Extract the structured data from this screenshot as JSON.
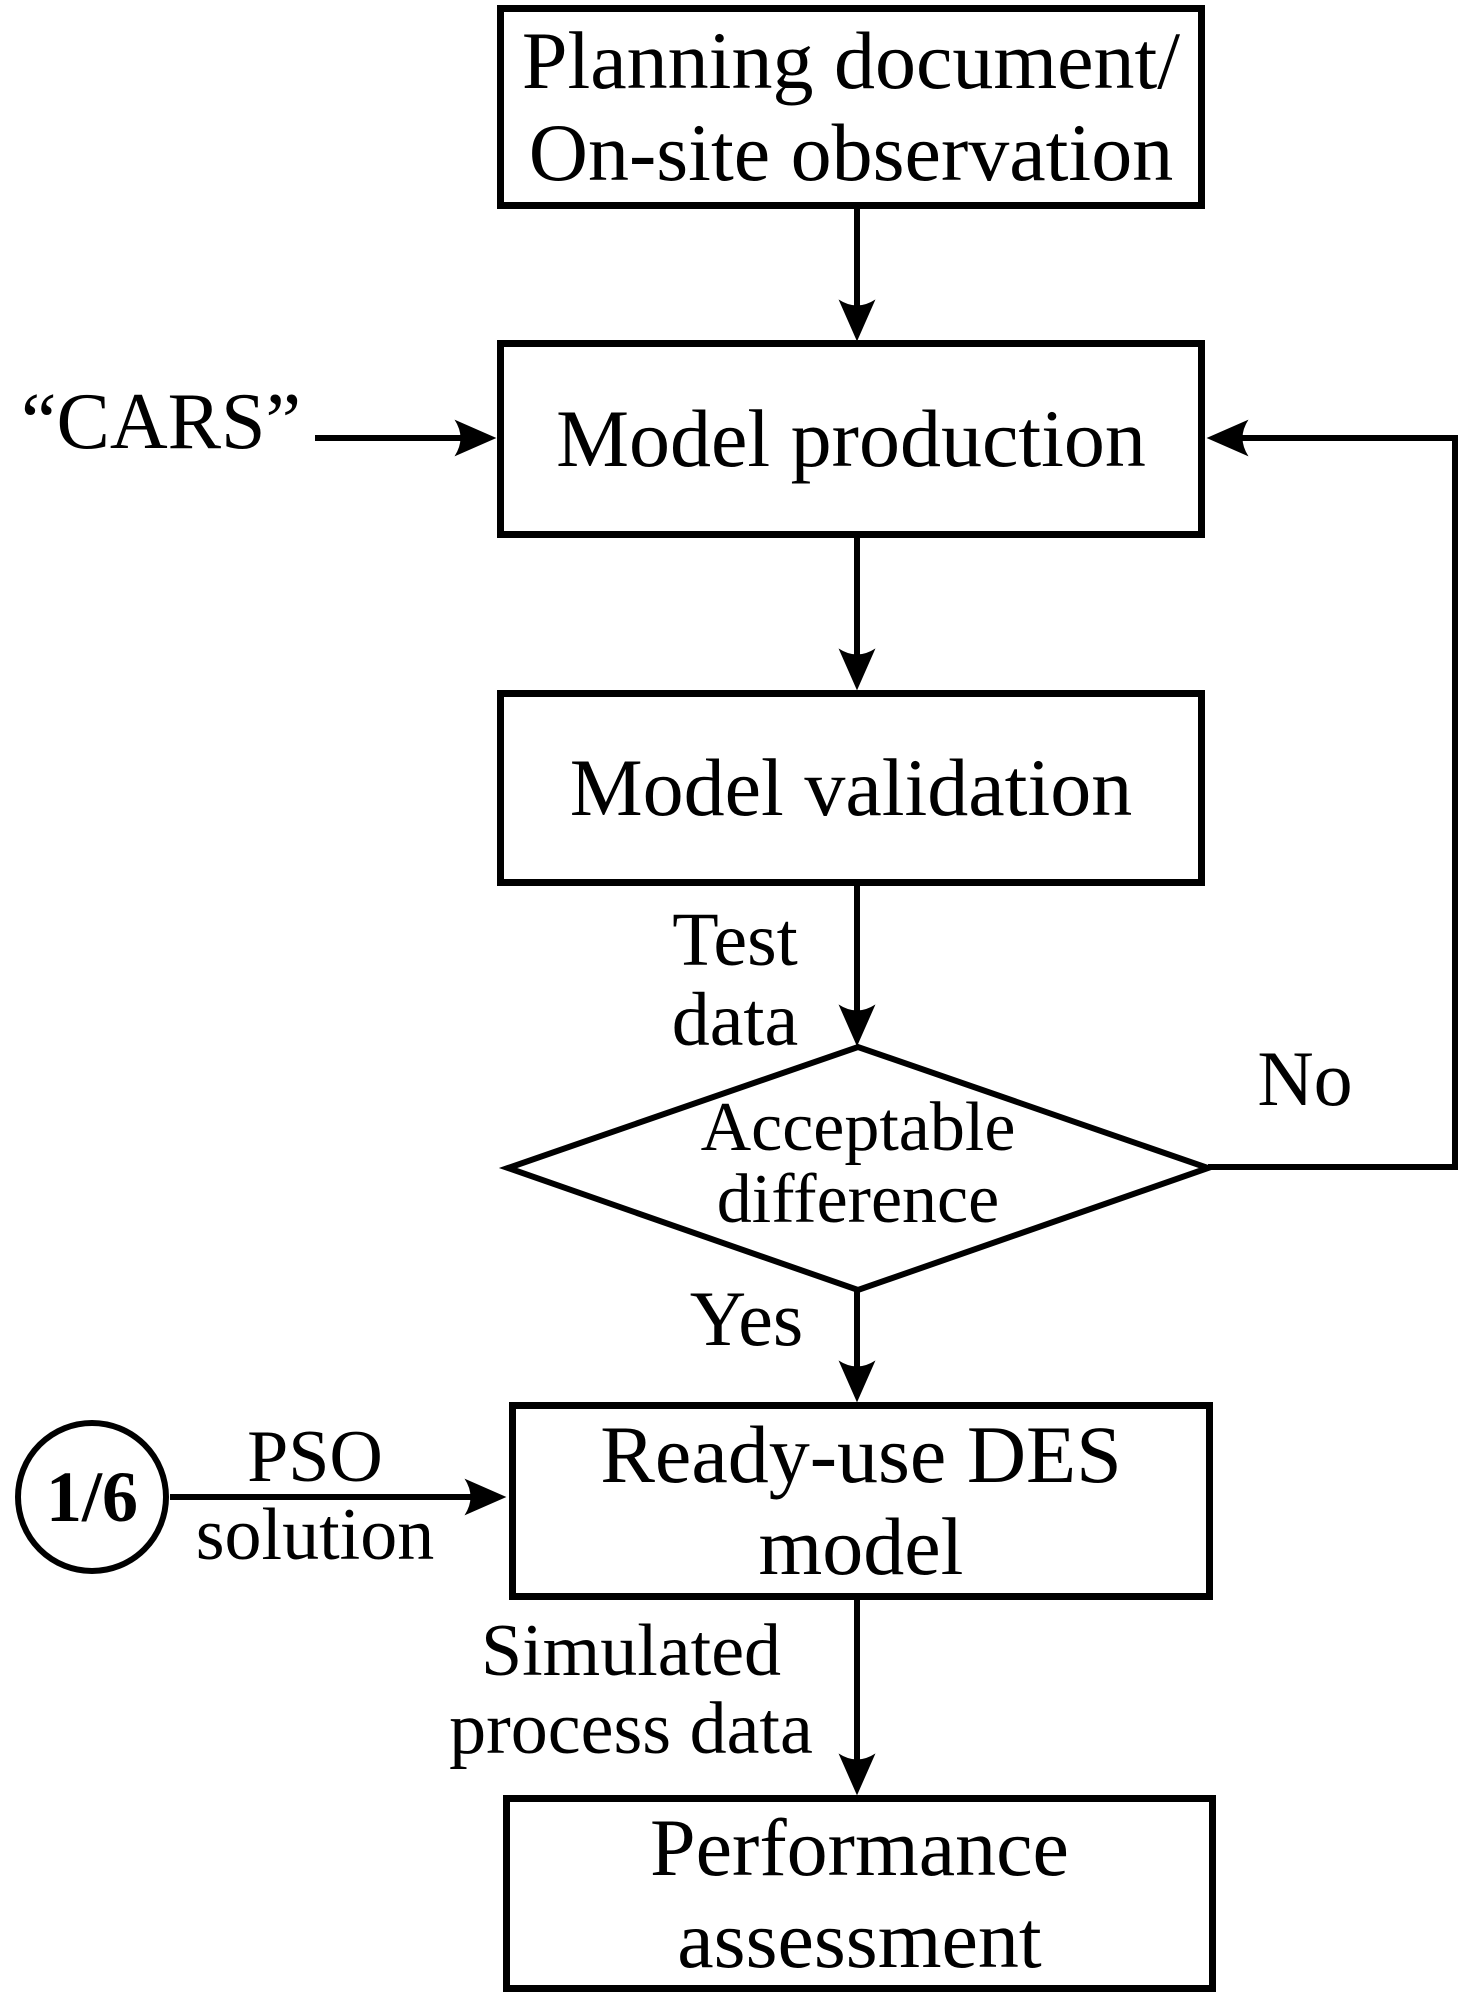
{
  "figure": {
    "type": "flowchart",
    "colors": {
      "line": "#000000",
      "background": "#ffffff",
      "text": "#000000"
    },
    "nodes": {
      "planning": {
        "label": "Planning document/\nOn-site observation"
      },
      "model_production": {
        "label": "Model production"
      },
      "model_validation": {
        "label": "Model validation"
      },
      "decision": {
        "label": "Acceptable\ndifference"
      },
      "ready_use": {
        "label": "Ready-use DES\nmodel"
      },
      "performance": {
        "label": "Performance\nassessment"
      },
      "connector_circle": {
        "label": "1/6"
      }
    },
    "edge_labels": {
      "cars": "“CARS”",
      "test_data": "Test\ndata",
      "no": "No",
      "yes": "Yes",
      "pso_solution": "PSO\nsolution",
      "simulated_process_data": "Simulated\nprocess data"
    }
  }
}
